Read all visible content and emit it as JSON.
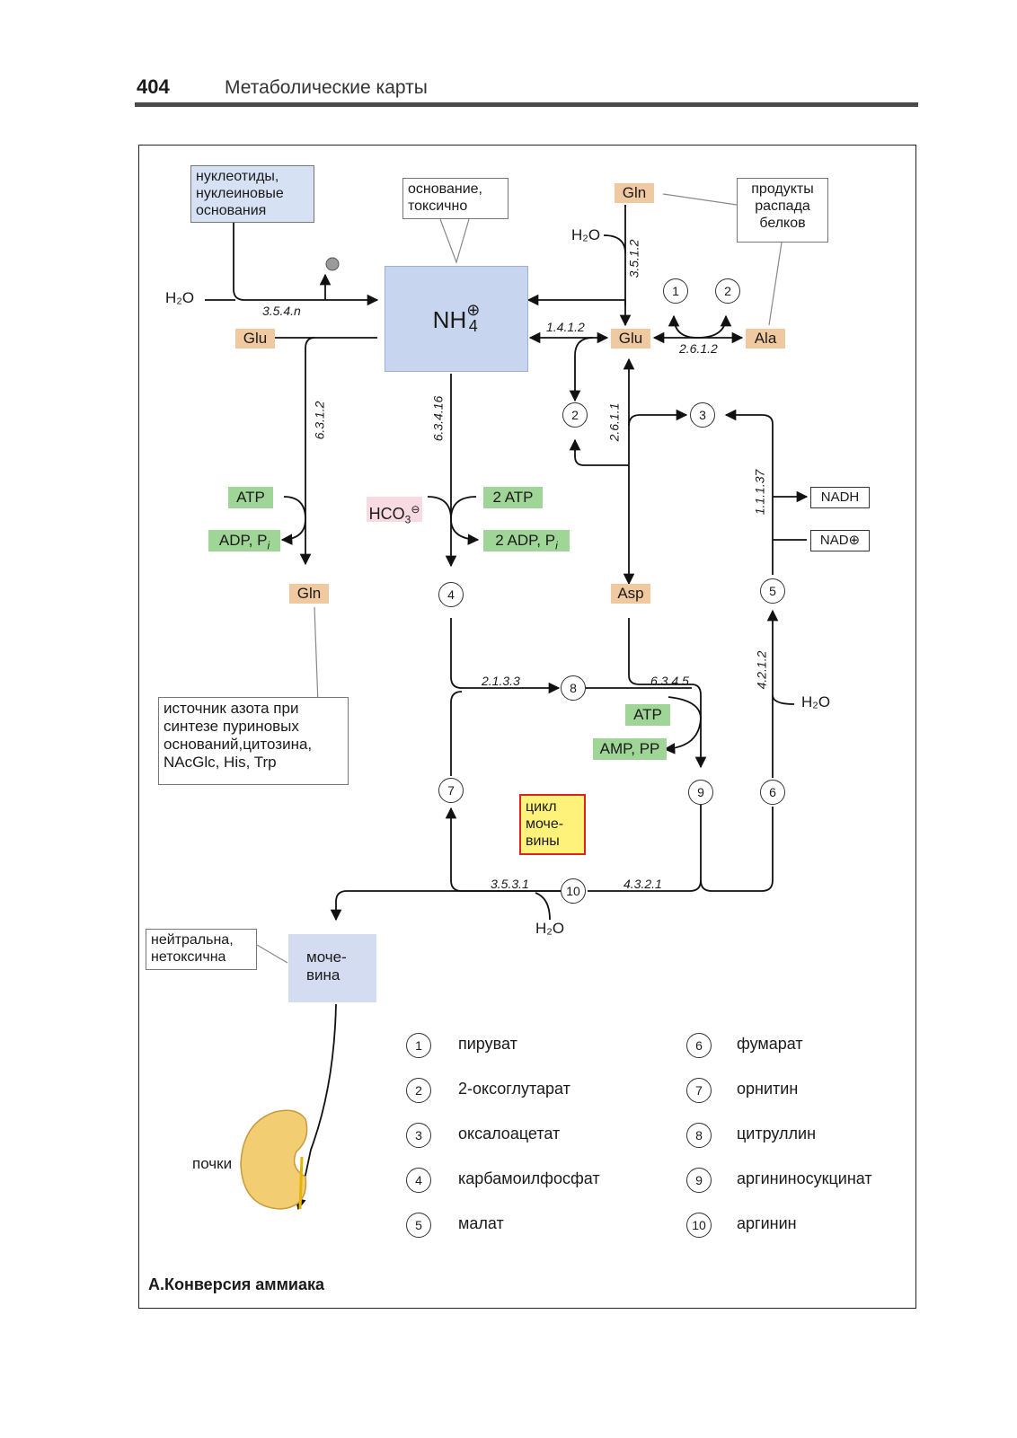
{
  "header": {
    "page_number": "404",
    "title": "Метаболические карты"
  },
  "callouts": {
    "nucleotides": [
      "нуклеотиды,",
      "нуклеиновые",
      "основания"
    ],
    "base_toxic": [
      "основание,",
      "токсично"
    ],
    "protein_breakdown": [
      "продукты",
      "распада",
      "белков"
    ],
    "nitrogen_source": [
      "источник азота при",
      "синтезе пуриновых",
      "оснований,цитозина,",
      "NAcGlc, His, Trp"
    ],
    "neutral": [
      "нейтральна,",
      "нетоксична"
    ]
  },
  "central": {
    "ammonium_base": "NH",
    "ammonium_sup": "⊕",
    "ammonium_sub": "4"
  },
  "molecules": {
    "gln_top": "Gln",
    "glu_left": "Glu",
    "glu_right": "Glu",
    "ala": "Ala",
    "gln_bottom": "Gln",
    "asp": "Asp"
  },
  "cofactors": {
    "atp_left": "ATP",
    "adp_pi_left": "ADP, P",
    "pi_sub": "i",
    "atp2": "2 ATP",
    "adp2": "2 ADP, P",
    "atp_cycle": "ATP",
    "amp_pp": "AMP, PP",
    "hco3_base": "HCO",
    "hco3_sub": "3",
    "hco3_sup": "⊖",
    "nadh": "NADH",
    "nad": "NAD⊕"
  },
  "water": {
    "h2o_left": "H₂O",
    "h2o_gln": "H₂O",
    "h2o_right": "H₂O",
    "h2o_bottom": "H₂O"
  },
  "enzymes": {
    "e3541n": "3.5.4.n",
    "e3512": "3.5.1.2",
    "e1412": "1.4.1.2",
    "e2612": "2.6.1.2",
    "e6312": "6.3.1.2",
    "e63416": "6.3.4.16",
    "e2611": "2.6.1.1",
    "e11137": "1.1.1.37",
    "e2133": "2.1.3.3",
    "e6345": "6.3.4.5",
    "e4212": "4.2.1.2",
    "e3531": "3.5.3.1",
    "e4321": "4.3.2.1"
  },
  "cycle_label": [
    "цикл",
    "моче-",
    "вины"
  ],
  "urea": [
    "моче-",
    "вина"
  ],
  "kidney_label": "почки",
  "legend": [
    {
      "n": "1",
      "label": "пируват"
    },
    {
      "n": "2",
      "label": "2-оксоглутарат"
    },
    {
      "n": "3",
      "label": "оксалоацетат"
    },
    {
      "n": "4",
      "label": "карбамоилфосфат"
    },
    {
      "n": "5",
      "label": "малат"
    },
    {
      "n": "6",
      "label": "фумарат"
    },
    {
      "n": "7",
      "label": "орнитин"
    },
    {
      "n": "8",
      "label": "цитруллин"
    },
    {
      "n": "9",
      "label": "аргининосукцинат"
    },
    {
      "n": "10",
      "label": "аргинин"
    }
  ],
  "caption": "А.Конверсия аммиака",
  "colors": {
    "amino_acid": "#f0c9a0",
    "cofactor": "#9fd596",
    "ammonium": "#c7d5ef",
    "cycle_border": "#dd2222",
    "cycle_fill": "#fff27a",
    "kidney": "#f2cd72"
  }
}
